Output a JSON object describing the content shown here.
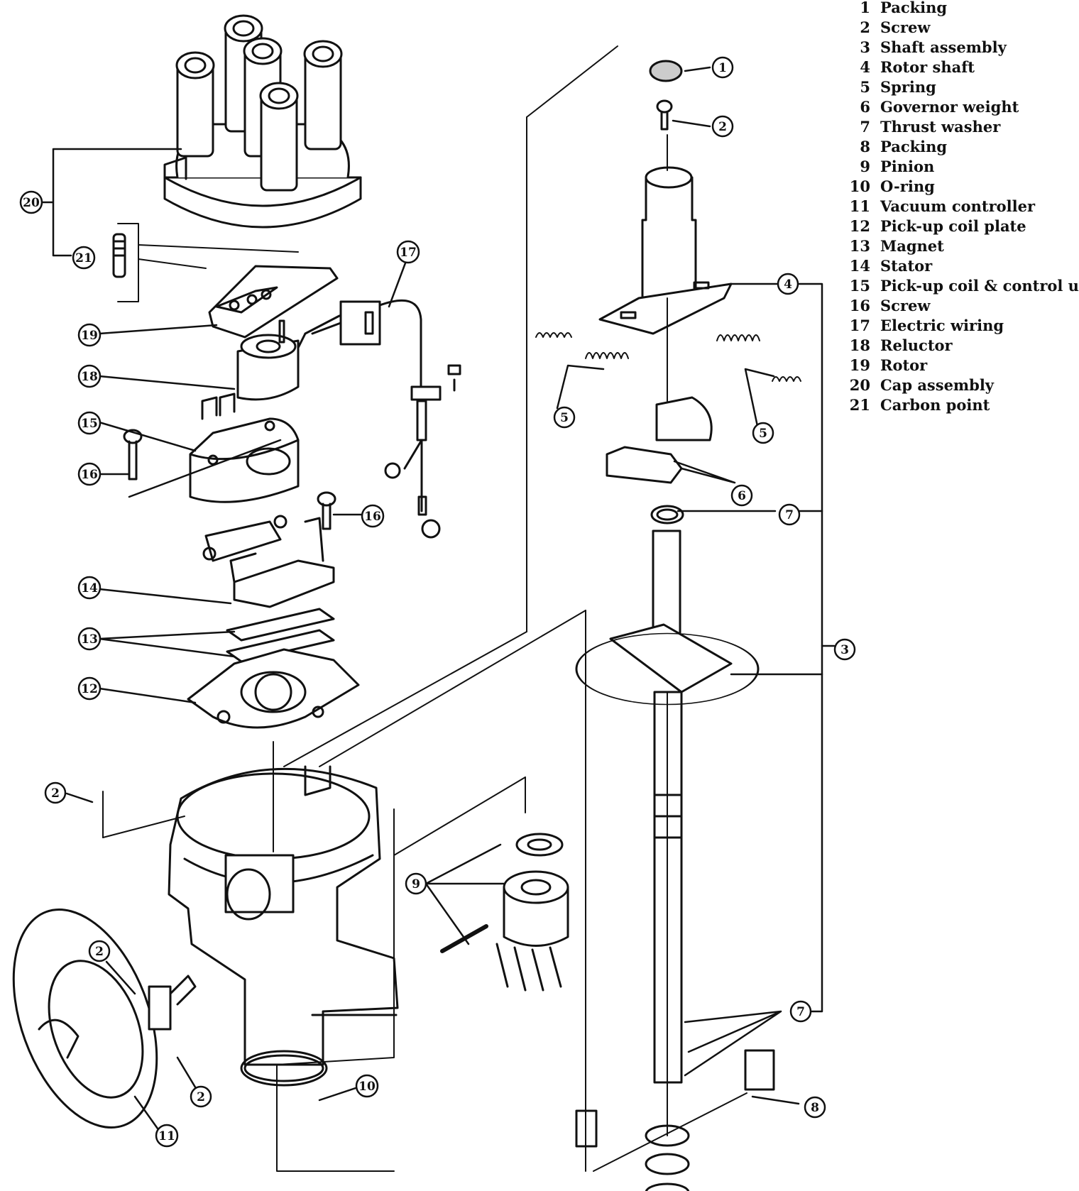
{
  "legend": [
    {
      "number": "1",
      "name": "Packing"
    },
    {
      "number": "2",
      "name": "Screw"
    },
    {
      "number": "3",
      "name": "Shaft assembly"
    },
    {
      "number": "4",
      "name": "Rotor shaft"
    },
    {
      "number": "5",
      "name": "Spring"
    },
    {
      "number": "6",
      "name": "Governor weight"
    },
    {
      "number": "7",
      "name": "Thrust washer"
    },
    {
      "number": "8",
      "name": "Packing"
    },
    {
      "number": "9",
      "name": "Pinion"
    },
    {
      "number": "10",
      "name": "O-ring"
    },
    {
      "number": "11",
      "name": "Vacuum controller"
    },
    {
      "number": "12",
      "name": "Pick-up coil plate"
    },
    {
      "number": "13",
      "name": "Magnet"
    },
    {
      "number": "14",
      "name": "Stator"
    },
    {
      "number": "15",
      "name": "Pick-up coil & control unit"
    },
    {
      "number": "16",
      "name": "Screw"
    },
    {
      "number": "17",
      "name": "Electric wiring"
    },
    {
      "number": "18",
      "name": "Reluctor"
    },
    {
      "number": "19",
      "name": "Rotor"
    },
    {
      "number": "20",
      "name": "Cap assembly"
    },
    {
      "number": "21",
      "name": "Carbon point"
    }
  ],
  "callouts": {
    "c1": "1",
    "c2a": "2",
    "c2b": "2",
    "c2c": "2",
    "c2d": "2",
    "c3": "3",
    "c4": "4",
    "c5a": "5",
    "c5b": "5",
    "c6": "6",
    "c7a": "7",
    "c7b": "7",
    "c8": "8",
    "c9": "9",
    "c10": "10",
    "c11": "11",
    "c12": "12",
    "c13": "13",
    "c14": "14",
    "c15": "15",
    "c16a": "16",
    "c16b": "16",
    "c17": "17",
    "c18": "18",
    "c19": "19",
    "c20": "20",
    "c21": "21"
  }
}
